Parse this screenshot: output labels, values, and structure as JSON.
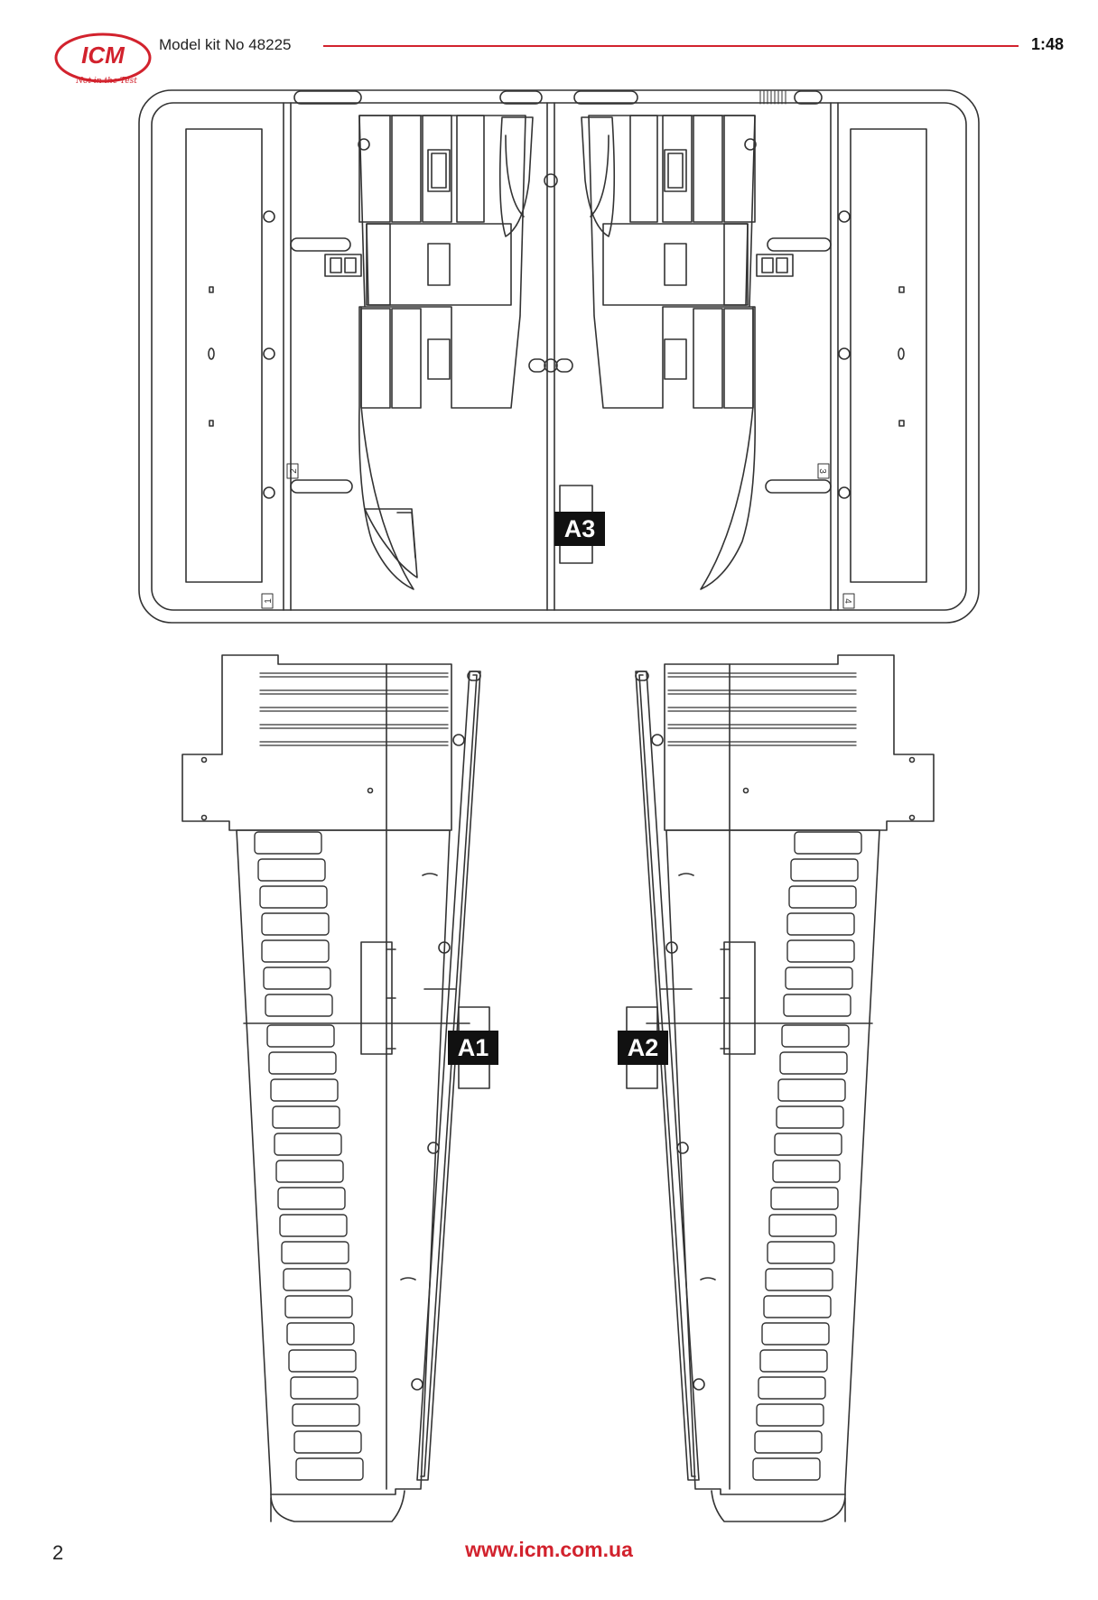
{
  "header": {
    "brand": "ICM",
    "slogan": "Not in the Test",
    "kit_title": "Model kit No 48225",
    "scale": "1:48",
    "accent_color": "#d2222d"
  },
  "parts": {
    "a1": "A1",
    "a2": "A2",
    "a3": "A3"
  },
  "sprue_numbers": [
    "1",
    "2",
    "3",
    "4"
  ],
  "footer": {
    "page_number": "2",
    "url": "www.icm.com.ua"
  }
}
